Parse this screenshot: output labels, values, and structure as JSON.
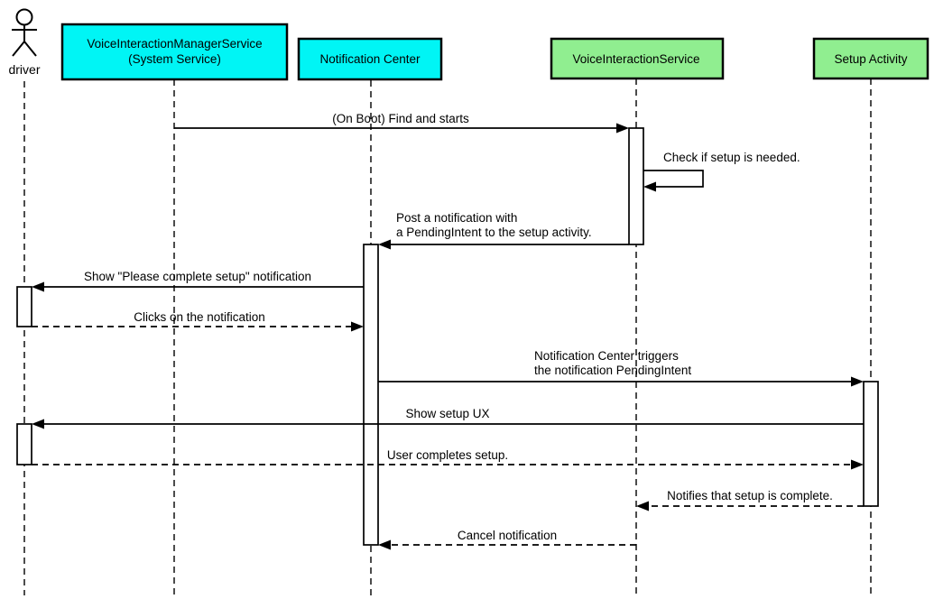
{
  "diagram_type": "uml-sequence",
  "colors": {
    "participant_cyan": "#00F5F5",
    "participant_green": "#90EE90",
    "line": "#000000",
    "background": "#FFFFFF"
  },
  "actor": {
    "label": "driver"
  },
  "participants": [
    {
      "label_line1": "VoiceInteractionManagerService",
      "label_line2": "(System Service)",
      "fill": "#00F5F5"
    },
    {
      "label_line1": "Notification Center",
      "fill": "#00F5F5"
    },
    {
      "label_line1": "VoiceInteractionService",
      "fill": "#90EE90"
    },
    {
      "label_line1": "Setup Activity",
      "fill": "#90EE90"
    }
  ],
  "messages": [
    {
      "text": "(On Boot) Find and starts",
      "style": "solid",
      "from": "VoiceInteractionManagerService (System Service)",
      "to": "VoiceInteractionService"
    },
    {
      "text": "Check if setup is needed.",
      "style": "solid",
      "from": "VoiceInteractionService",
      "to": "VoiceInteractionService"
    },
    {
      "text_line1": "Post a notification with",
      "text_line2": "a PendingIntent to the setup activity.",
      "style": "solid",
      "from": "VoiceInteractionService",
      "to": "Notification Center"
    },
    {
      "text": "Show \"Please complete setup\" notification",
      "style": "solid",
      "from": "Notification Center",
      "to": "driver"
    },
    {
      "text": "Clicks on the notification",
      "style": "dashed",
      "from": "driver",
      "to": "Notification Center"
    },
    {
      "text_line1": "Notification Center triggers",
      "text_line2": "the notification PendingIntent",
      "style": "solid",
      "from": "Notification Center",
      "to": "Setup Activity"
    },
    {
      "text": "Show setup UX",
      "style": "solid",
      "from": "Setup Activity",
      "to": "driver"
    },
    {
      "text": "User completes setup.",
      "style": "dashed",
      "from": "driver",
      "to": "Setup Activity"
    },
    {
      "text": "Notifies that setup is complete.",
      "style": "dashed",
      "from": "Setup Activity",
      "to": "VoiceInteractionService"
    },
    {
      "text": "Cancel notification",
      "style": "dashed",
      "from": "VoiceInteractionService",
      "to": "Notification Center"
    }
  ]
}
